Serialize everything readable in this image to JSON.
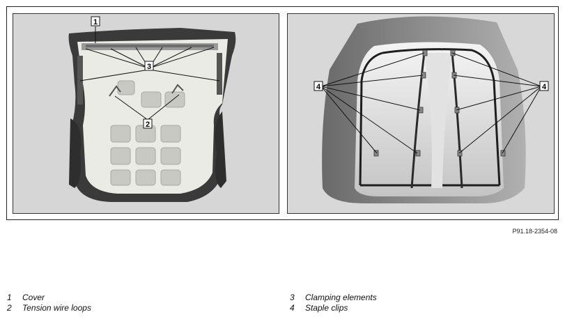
{
  "figure_code": "P91.18-2354-08",
  "callouts": {
    "c1": "1",
    "c2": "2",
    "c3": "3",
    "c4_left": "4",
    "c4_right": "4"
  },
  "legend": {
    "left": [
      {
        "num": "1",
        "text": "Cover"
      },
      {
        "num": "2",
        "text": "Tension wire loops"
      }
    ],
    "right": [
      {
        "num": "3",
        "text": "Clamping elements"
      },
      {
        "num": "4",
        "text": "Staple clips"
      }
    ]
  },
  "colors": {
    "cover": "#3a3a3a",
    "foam": "#e9e9e4",
    "background": "#d6d6d6"
  }
}
